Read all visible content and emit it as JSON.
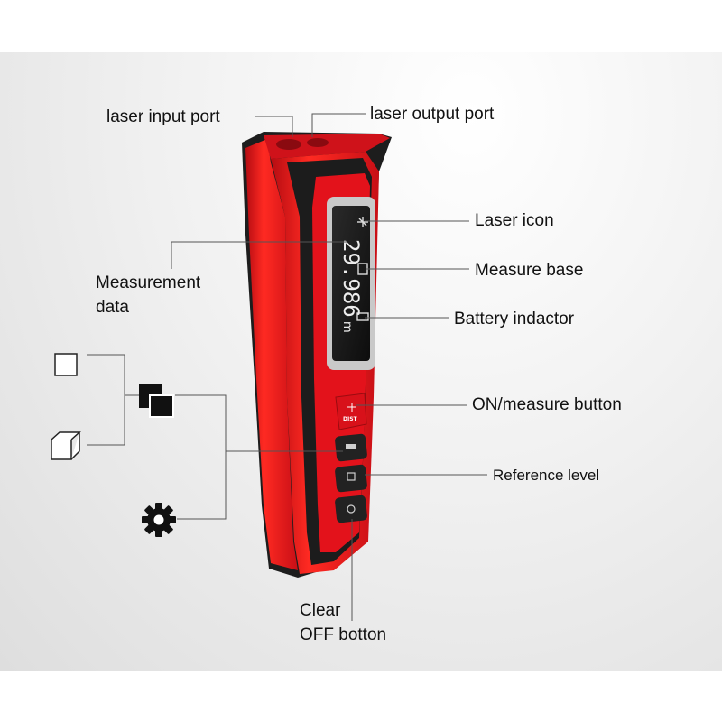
{
  "labels": {
    "laser_input_port": "laser input port",
    "laser_output_port": "laser output port",
    "laser_icon": "Laser icon",
    "measure_base": "Measure base",
    "battery_indicator": "Battery indactor",
    "measurement_data_line1": "Measurement",
    "measurement_data_line2": "data",
    "on_measure_button": "ON/measure button",
    "reference_level": "Reference level",
    "clear_line1": "Clear",
    "clear_line2": "OFF botton"
  },
  "display": {
    "reading": "29.986",
    "unit": "m"
  },
  "buttons": {
    "dist_label": "DIST"
  },
  "mode_icons": [
    "square-area-icon",
    "cube-volume-icon",
    "stacked-squares-icon",
    "gear-icon"
  ],
  "colors": {
    "body_red": "#e3121b",
    "body_black": "#1d1d1d",
    "screen_bg": "#151515",
    "screen_digits": "#e8e8e8",
    "background": "#e6e6e6"
  }
}
